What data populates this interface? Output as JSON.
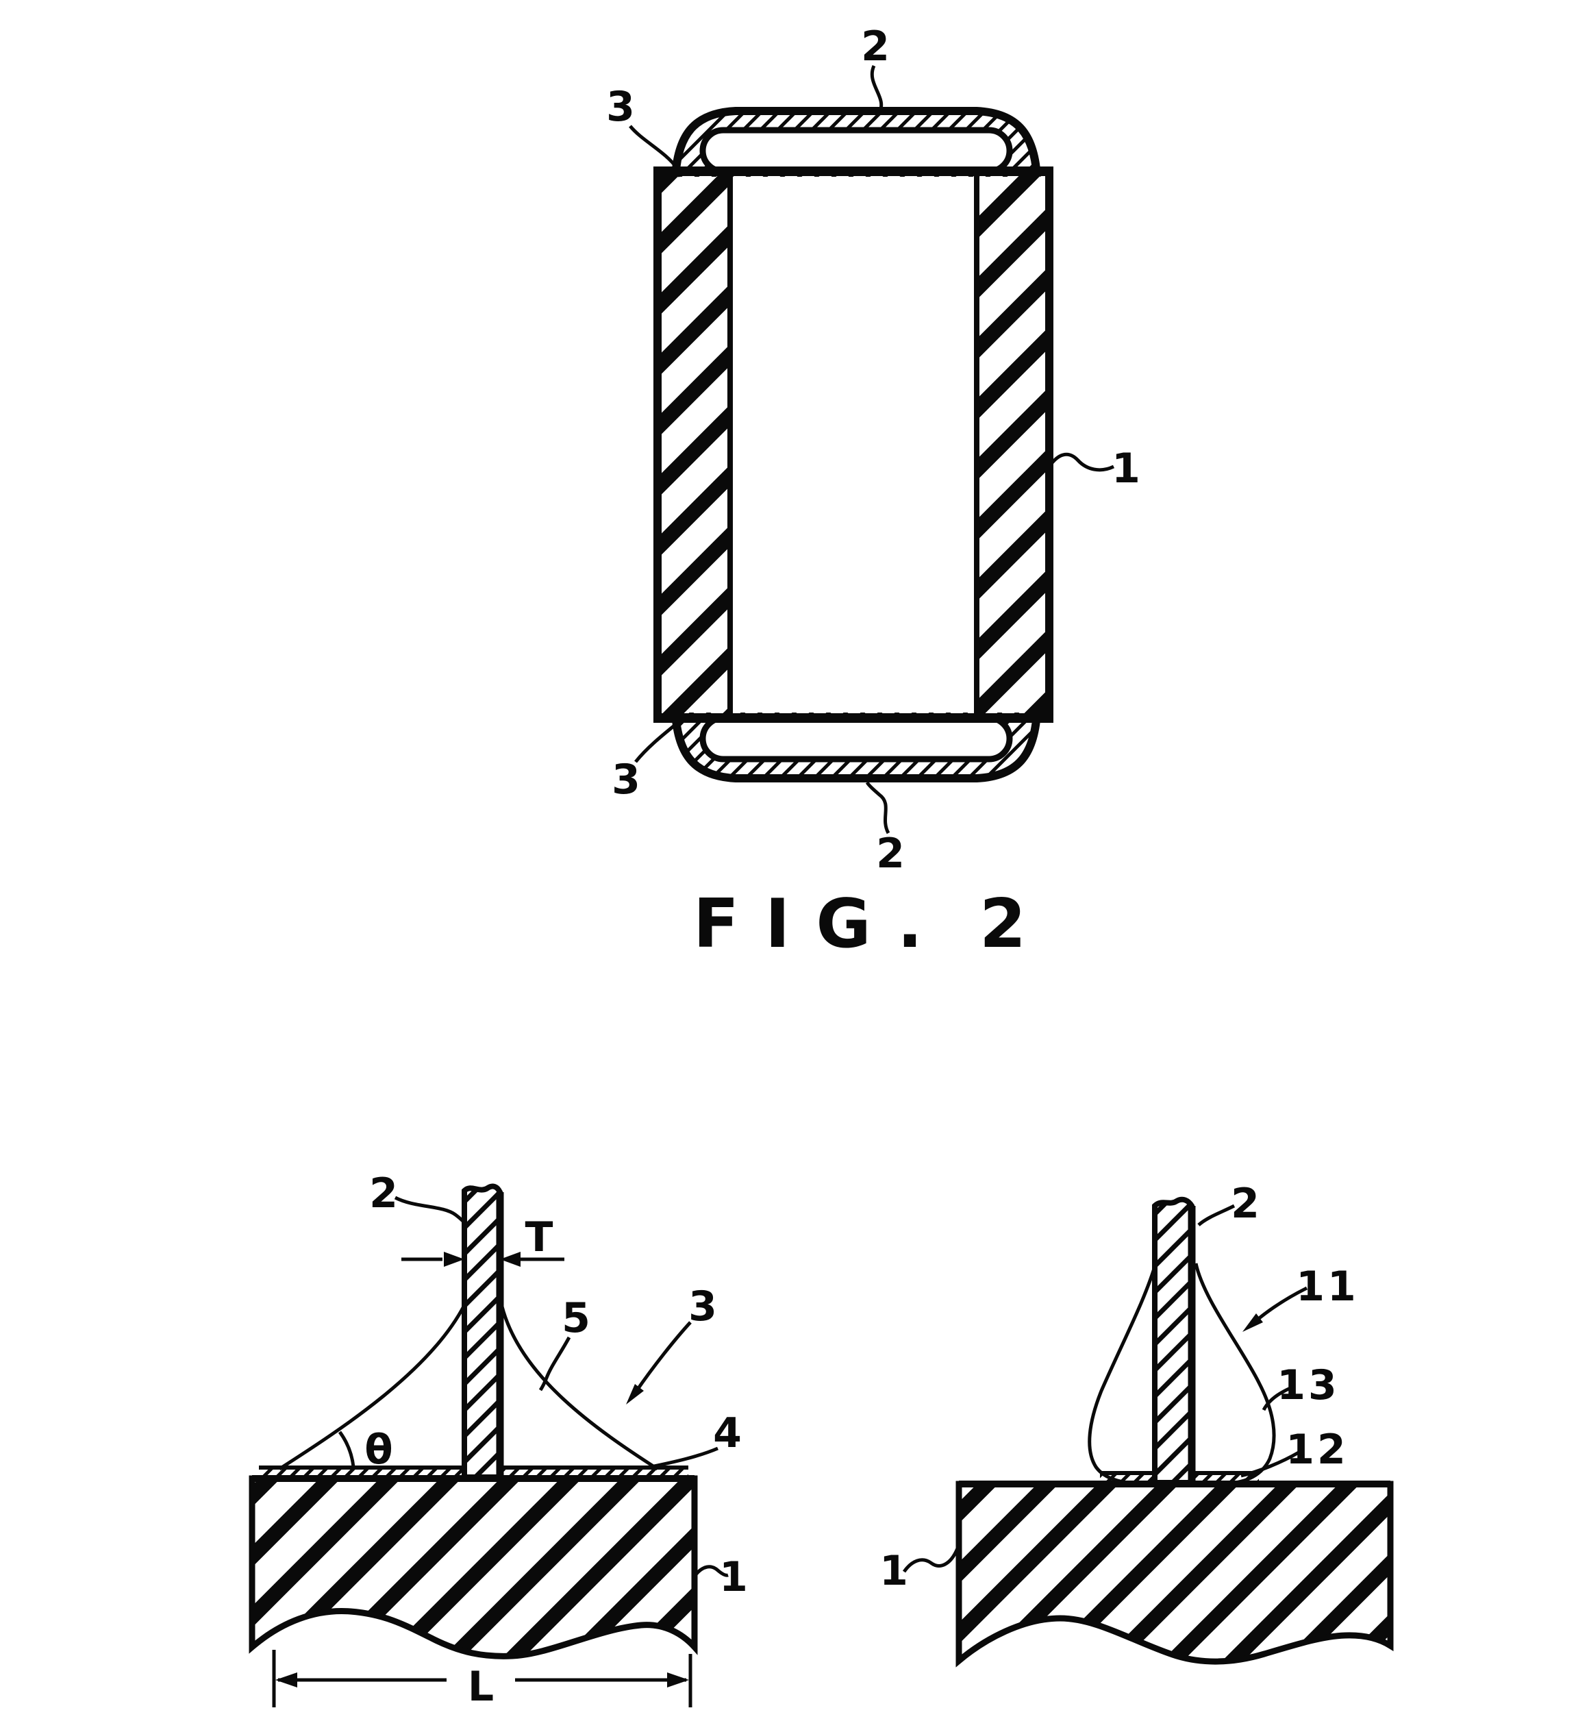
{
  "figure": {
    "caption": "FIG.",
    "caption_number": "2",
    "top_view": {
      "cap_top_label": "2",
      "corner_top_label": "3",
      "body_label": "1",
      "corner_bottom_label": "3",
      "cap_bottom_label": "2"
    },
    "detail_left": {
      "electrode_label": "2",
      "thickness_label": "T",
      "fillet_surface_label": "5",
      "fillet_label": "3",
      "layer_label": "4",
      "angle_label": "θ",
      "substrate_label": "1",
      "length_label": "L"
    },
    "detail_right": {
      "electrode_label": "2",
      "coating_label": "11",
      "inner_region_label": "13",
      "layer_label": "12",
      "substrate_label": "1"
    }
  }
}
